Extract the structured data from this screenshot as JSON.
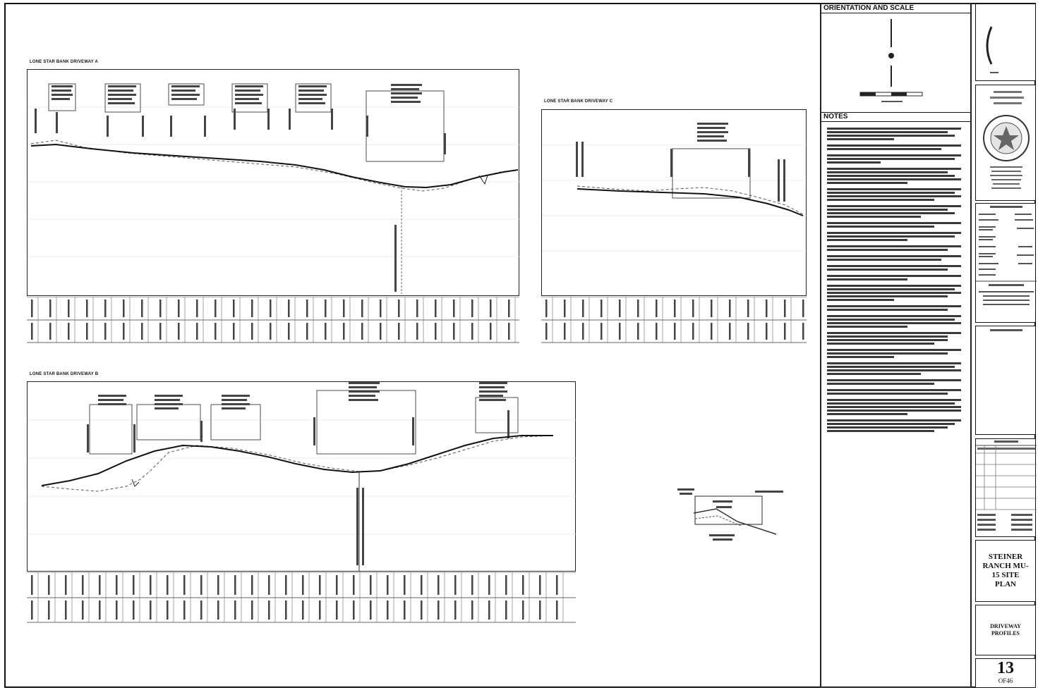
{
  "profiles": {
    "a": {
      "title": "LONE STAR BANK DRIVEWAY A"
    },
    "c": {
      "title": "LONE STAR BANK DRIVEWAY C"
    },
    "b": {
      "title": "LONE STAR BANK DRIVEWAY B"
    }
  },
  "orientation": {
    "header": "ORIENTATION AND SCALE"
  },
  "notes": {
    "header": "NOTES"
  },
  "title_block": {
    "project": "STEINER RANCH MU-15 SITE PLAN",
    "sheet_title": "DRIVEWAY PROFILES",
    "sheet_number": "13",
    "sheet_of": "OF46"
  },
  "colors": {
    "line": "#111111",
    "existing": "#555555",
    "paper": "#ffffff"
  }
}
